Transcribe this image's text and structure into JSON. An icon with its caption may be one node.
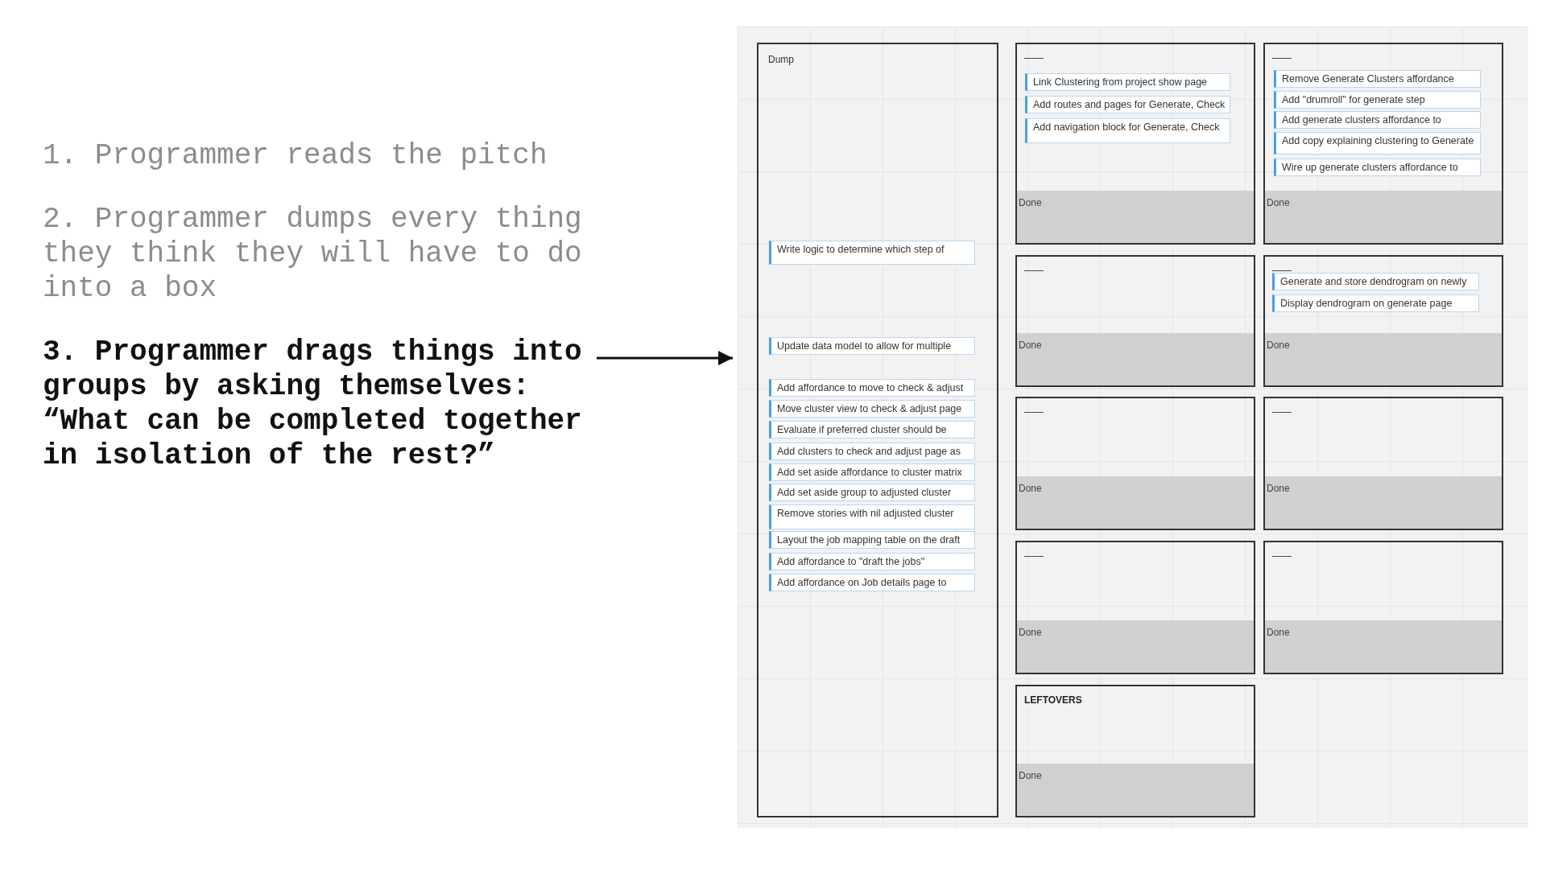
{
  "diagram": {
    "nodes": [
      {
        "text": [
          "3. Programmer drags things into groups by asking themselves: “What can be completed together in isolation of the rest?”"
        ]
      },
      {
        "text": [],
        "shape": "box"
      },
      {
        "text": [
          "Dump"
        ],
        "in": 1
      },
      {
        "text": [
          "Write logic to determine which step of"
        ],
        "in": 2
      },
      {
        "text": [
          "Update data model to allow for multiple"
        ],
        "in": 2
      },
      {
        "text": [
          "Add affordance to move to check & adjust"
        ],
        "in": 2
      },
      {
        "text": [
          "Move cluster view to check & adjust page"
        ],
        "in": 2
      },
      {
        "text": [
          "Evaluate if preferred cluster should be"
        ],
        "in": 2
      },
      {
        "text": [
          "Add clusters to check and adjust page as"
        ],
        "in": 2
      },
      {
        "text": [
          "Add set aside affordance to cluster matrix"
        ],
        "in": 2
      },
      {
        "text": [
          "Add set aside group to adjusted cluster"
        ],
        "in": 2
      },
      {
        "text": [
          "Remove stories with nil adjusted cluster"
        ],
        "in": 2
      },
      {
        "text": [
          "Layout the job mapping table on the draft"
        ],
        "in": 2
      },
      {
        "text": [
          "Add affordance to \"draft the jobs\""
        ],
        "in": 2
      },
      {
        "text": [
          "Add affordance on Job details page to"
        ],
        "in": 2
      },
      {
        "text": [
          "——"
        ],
        "in": 1
      },
      {
        "text": [
          "Link Clustering from project show page"
        ],
        "in": 15
      },
      {
        "text": [
          "Add routes and pages for Generate, Check"
        ],
        "in": 15
      },
      {
        "text": [
          "Add navigation block for Generate, Check"
        ],
        "in": 15
      },
      {
        "text": [
          "Done"
        ],
        "in": 15
      },
      {
        "text": [
          "——"
        ],
        "in": 1
      },
      {
        "text": [
          "Remove Generate Clusters affordance"
        ],
        "in": 20
      },
      {
        "text": [
          "Add \"drumroll\" for generate step"
        ],
        "in": 20
      },
      {
        "text": [
          "Add generate clusters affordance to"
        ],
        "in": 20
      },
      {
        "text": [
          "Add copy explaining clustering to Generate"
        ],
        "in": 20
      },
      {
        "text": [
          "Wire up generate clusters affordance to"
        ],
        "in": 20
      },
      {
        "text": [
          "Done"
        ],
        "in": 20
      },
      {
        "text": [
          "——"
        ],
        "in": 1
      },
      {
        "text": [
          "Done"
        ],
        "in": 27
      },
      {
        "text": [
          "——"
        ],
        "in": 1
      },
      {
        "text": [
          "Generate and store dendrogram on newly"
        ],
        "in": 29
      },
      {
        "text": [
          "Display dendrogram on generate page"
        ],
        "in": 29
      },
      {
        "text": [
          "Done"
        ],
        "in": 29
      },
      {
        "text": [
          "——"
        ],
        "in": 1
      },
      {
        "text": [
          "Done"
        ],
        "in": 33
      },
      {
        "text": [
          "——"
        ],
        "in": 1
      },
      {
        "text": [
          "Done"
        ],
        "in": 35
      },
      {
        "text": [
          "——"
        ],
        "in": 1
      },
      {
        "text": [
          "Done"
        ],
        "in": 37
      },
      {
        "text": [
          "——"
        ],
        "in": 1
      },
      {
        "text": [
          "Done"
        ],
        "in": 39
      },
      {
        "text": [
          "LEFTOVERS"
        ],
        "in": 1
      },
      {
        "text": [
          "Done"
        ],
        "in": 41
      }
    ],
    "edges": [
      {
        "from": 0,
        "to": 1,
        "arrow": "to"
      }
    ],
    "labels": [
      "1. Programmer reads the pitch",
      "2. Programmer dumps every thing they think they will have to do into a box"
    ]
  }
}
